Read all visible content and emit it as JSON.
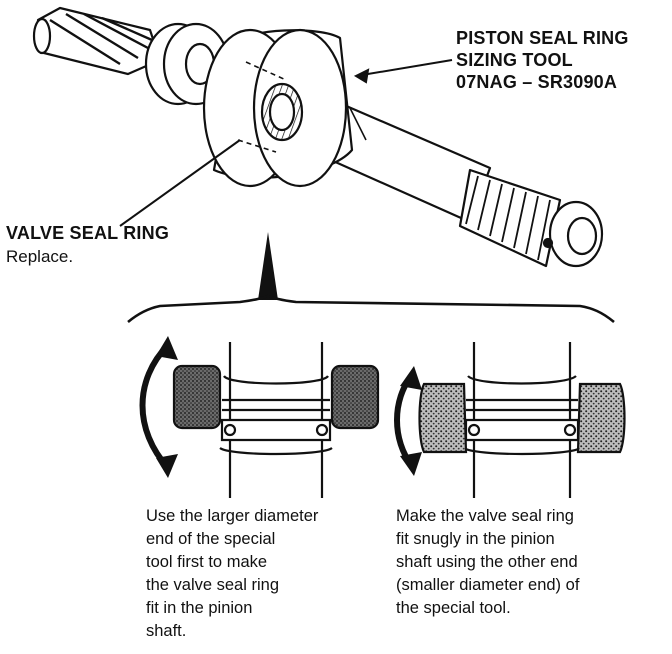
{
  "labels": {
    "tool": {
      "line1": "PISTON SEAL RING",
      "line2": "SIZING TOOL",
      "line3": "07NAG – SR3090A"
    },
    "valve_seal_ring": {
      "title": "VALVE SEAL RING",
      "action": "Replace."
    }
  },
  "captions": {
    "left": [
      "Use the larger diameter",
      "end of the special",
      "tool first to make",
      "the valve seal ring",
      "fit in the pinion",
      "shaft."
    ],
    "right": [
      "Make the valve seal ring",
      "fit snugly in the pinion",
      "shaft using the other end",
      "(smaller diameter end) of",
      "the special tool."
    ]
  },
  "colors": {
    "ink": "#111111",
    "paper": "#ffffff",
    "tool_shading": "#8a8a8a"
  }
}
